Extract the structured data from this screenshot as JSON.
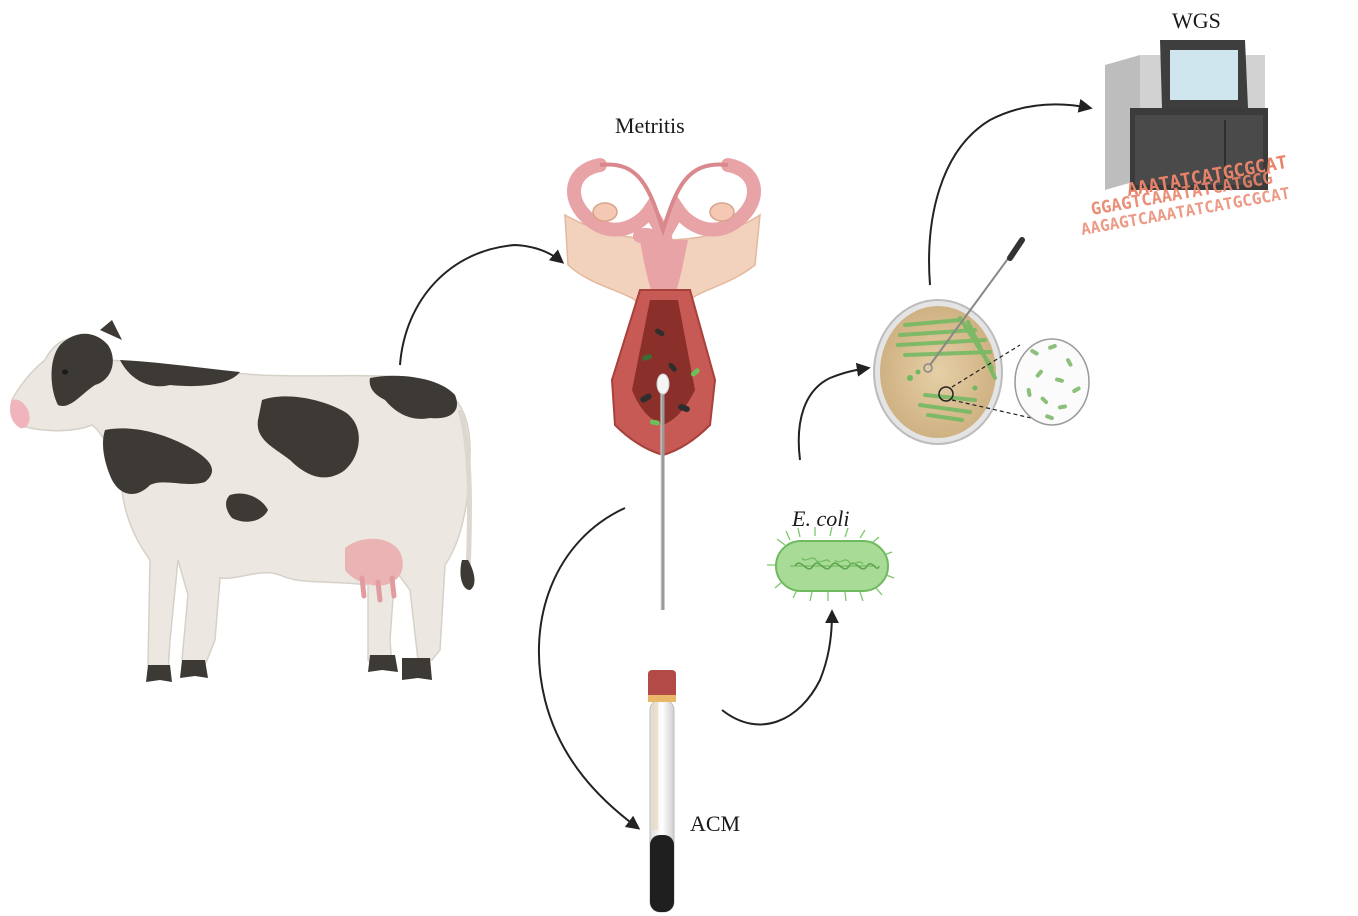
{
  "labels": {
    "metritis": "Metritis",
    "wgs": "WGS",
    "ecoli": "E. coli",
    "acm": "ACM"
  },
  "dna_lines": [
    "AAATATCATGCGCAT",
    "GGAGTCAAATATCATGCG",
    "AAGAGTCAAATATCATGCGCAT"
  ],
  "colors": {
    "cow_body": "#ece8e1",
    "cow_spots": "#3d3a36",
    "udder": "#eab4b4",
    "uterus": "#f0c7b8",
    "uterus_inner": "#a8403b",
    "bacteria_green": "#8ccf7e",
    "agar": "#d9bf94",
    "sequencer": "#4a4a4a",
    "dna_text": "#e8836a",
    "arrow": "#222222",
    "tube_cap": "#b24a48"
  },
  "icons": [
    "cow-icon",
    "uterus-icon",
    "swab-icon",
    "tube-icon",
    "bacterium-icon",
    "petri-dish-icon",
    "magnifier-icon",
    "sequencer-icon"
  ]
}
